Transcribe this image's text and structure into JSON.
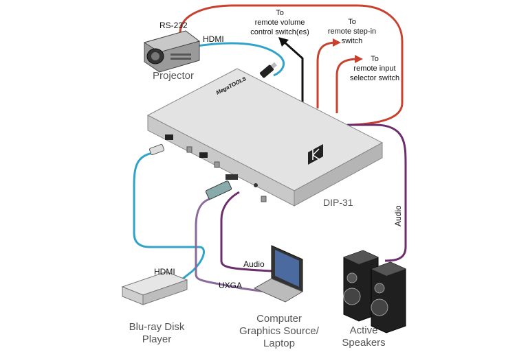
{
  "labels": {
    "rs232": "RS-232",
    "hdmi_projector": "HDMI",
    "projector": "Projector",
    "to_volume": [
      "To",
      "remote volume",
      "control switch(es)"
    ],
    "to_step_in": [
      "To",
      "remote step-in",
      "switch"
    ],
    "to_input_selector": [
      "To",
      "remote input",
      "selector switch"
    ],
    "device_brand": "MegaTOOLS",
    "device_model": "DIP-31",
    "audio_speakers": "Audio",
    "hdmi_bluray": "HDMI",
    "bluray": [
      "Blu-ray Disk",
      "Player"
    ],
    "audio_laptop": "Audio",
    "uxga": "UXGA",
    "laptop": [
      "Computer",
      "Graphics Source/",
      "Laptop"
    ],
    "speakers": [
      "Active",
      "Speakers"
    ]
  },
  "colors": {
    "rs232_cable": "#c8412f",
    "hdmi_cable": "#2fa3c9",
    "audio_cable": "#6b2d6b",
    "uxga_cable": "#8a6a9a",
    "control_cable": "#111111",
    "device_body": "#cfcfcf"
  }
}
